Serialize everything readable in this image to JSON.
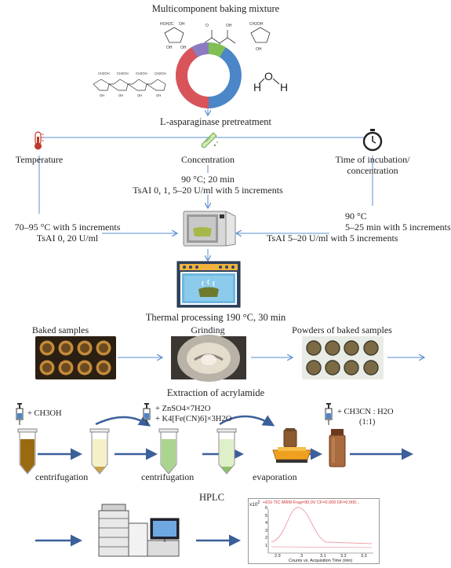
{
  "title": "Multicomponent baking mixture",
  "pretreatment": "L-asparaginase pretreatment",
  "factors": {
    "temperature": "Temperature",
    "concentration": "Concentration",
    "time_line1": "Time of incubation/",
    "time_line2": "concentration"
  },
  "conditions": {
    "center_line1": "90 °C; 20 min",
    "center_line2": "TsAI 0, 1, 5–20 U/ml with 5 increments",
    "left_line1": "70–95 °C with 5 increments",
    "left_line2": "TsAI 0, 20 U/ml",
    "right_line1": "90 °C",
    "right_line2": "5–25 min with 5 increments",
    "right_line3": "TsAI 5–20 U/ml with 5 increments"
  },
  "thermal": "Thermal processing 190 °C, 30 min",
  "samples": {
    "baked": "Baked samples",
    "grinding": "Grinding",
    "powders": "Powders of baked samples"
  },
  "extraction": {
    "title": "Extraction of acrylamide",
    "reagent1": "+ CH3OH",
    "reagent2_line1": "+ ZnSO4×7H2O",
    "reagent2_line2": "+ K4[Fe(CN)6]×3H2O",
    "reagent3_line1": "+ CH3CN : H2O",
    "reagent3_line2": "(1:1)",
    "step1": "centrifugation",
    "step2": "centrifugation",
    "step3": "evaporation"
  },
  "hplc": {
    "title": "HPLC",
    "chromatogram_header": "+ESI TIC MRM Frag=90.0V CF=0.000 DF=0.000...",
    "chromatogram_scale": "x10",
    "chromatogram_scale_exp": "2",
    "xaxis_label": "Counts vs. Acquisition Time (min)",
    "yticks": [
      "6",
      "5",
      "4",
      "3",
      "2",
      "1"
    ],
    "xticks": [
      "2.9",
      "3",
      "3.1",
      "3.2",
      "3.3"
    ]
  },
  "water": {
    "h1": "H",
    "o": "O",
    "h2": "H"
  },
  "colors": {
    "arrow": "#5b8fd0",
    "pie_blue": "#4a86c8",
    "pie_red": "#d9545a",
    "pie_green": "#7fbf55",
    "pie_purple": "#8c7bbf",
    "tube_brown": "#9a6a10",
    "tube_cream": "#f6f0c8",
    "tube_green": "#aad58e",
    "tube_pale": "#dff0c9"
  }
}
